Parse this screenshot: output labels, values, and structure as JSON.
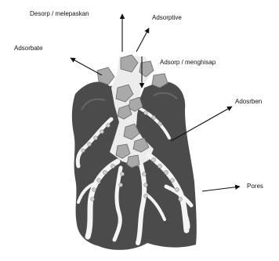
{
  "labels": {
    "desorp": "Desorp / melepaskan",
    "adsorptive": "Adsorptive",
    "adsorbate": "Adsorbate",
    "adsorp": "Adsorp / menghisap",
    "adsorbent": "Adosrben",
    "pores": "Pores"
  },
  "colors": {
    "solid": "#4b4b4b",
    "pore": "#f4f4f4",
    "particle": "#a9a9a9",
    "particle_edge": "#6a6a6a",
    "arrow": "#111111"
  }
}
